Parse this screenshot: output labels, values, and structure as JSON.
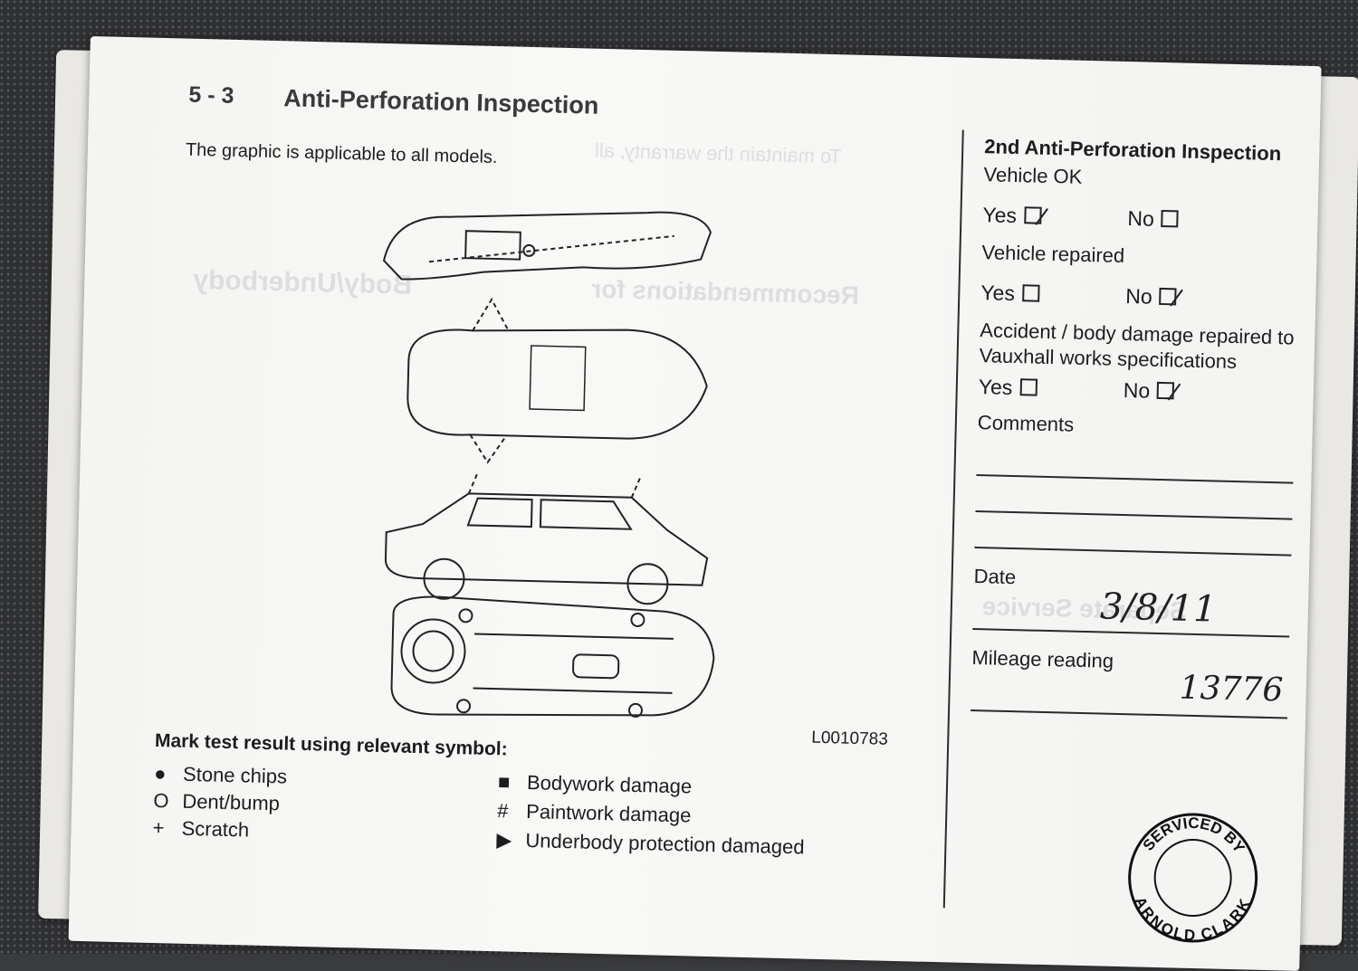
{
  "header": {
    "page_number": "5 - 3",
    "title": "Anti-Perforation Inspection"
  },
  "intro": "The graphic is applicable to all models.",
  "figure": {
    "code": "L0010783"
  },
  "legend": {
    "title": "Mark test result using relevant symbol:",
    "items": [
      {
        "symbol": "●",
        "label": "Stone chips"
      },
      {
        "symbol": "O",
        "label": "Dent/bump"
      },
      {
        "symbol": "+",
        "label": "Scratch"
      },
      {
        "symbol": "■",
        "label": "Bodywork damage"
      },
      {
        "symbol": "#",
        "label": "Paintwork damage"
      },
      {
        "symbol": "▶",
        "label": "Underbody protection damaged"
      }
    ]
  },
  "inspection": {
    "title": "2nd Anti-Perforation Inspection",
    "vehicle_ok": {
      "label": "Vehicle OK",
      "yes": "Yes",
      "no": "No",
      "checked": "yes"
    },
    "vehicle_repaired": {
      "label": "Vehicle repaired",
      "yes": "Yes",
      "no": "No",
      "checked": "no"
    },
    "accident": {
      "label_line1": "Accident / body damage repaired to",
      "label_line2": "Vauxhall works specifications",
      "yes": "Yes",
      "no": "No",
      "checked": "no"
    },
    "comments_label": "Comments",
    "date_label": "Date",
    "date_value": "3/8/11",
    "mileage_label": "Mileage reading",
    "mileage_value": "13776"
  },
  "stamp": {
    "top_text": "SERVICED BY",
    "bottom_text": "ARNOLD CLARK"
  }
}
